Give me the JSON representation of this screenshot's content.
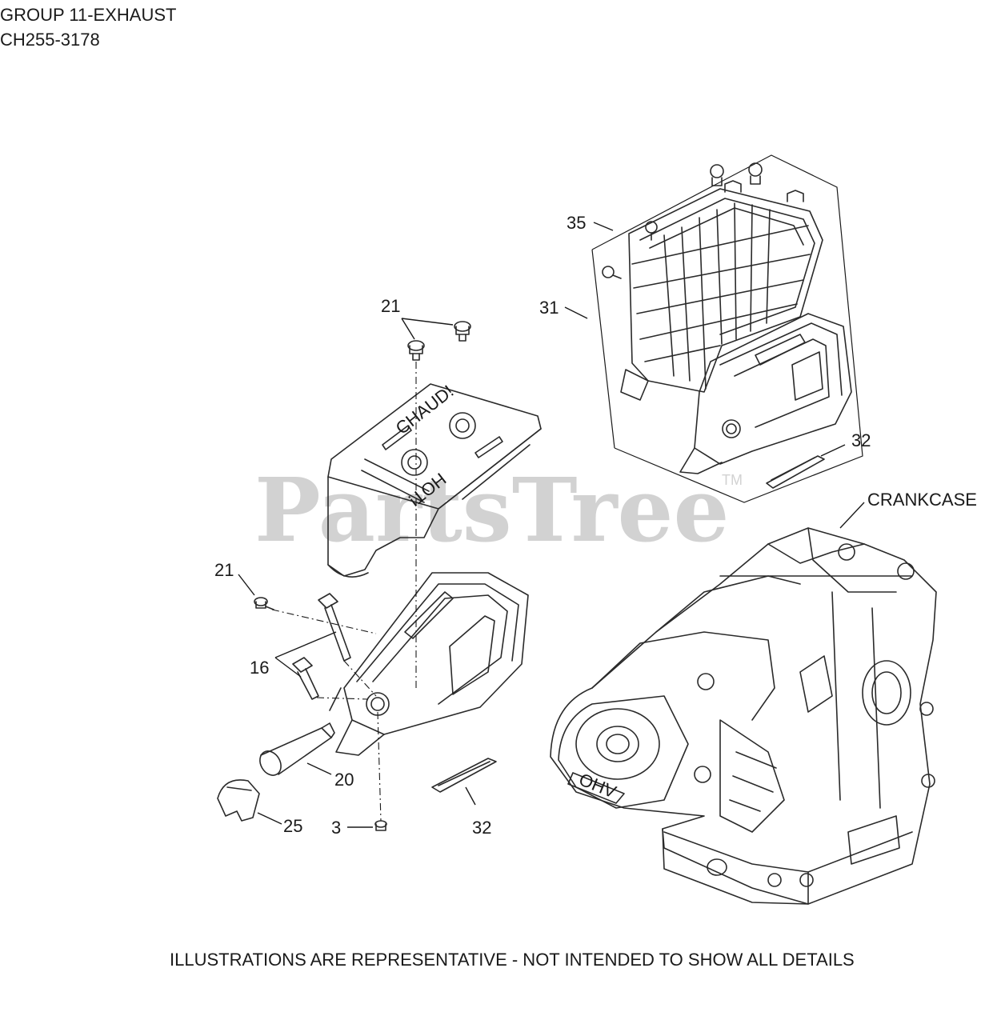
{
  "header": {
    "group": "GROUP 11-EXHAUST",
    "model": "CH255-3178"
  },
  "watermark": {
    "text": "PartsTree",
    "trademark": "TM"
  },
  "callouts": {
    "c35": "35",
    "c31": "31",
    "c21_top": "21",
    "c32_top": "32",
    "crankcase": "CRANKCASE",
    "c21_left": "21",
    "c16": "16",
    "c20": "20",
    "c25": "25",
    "c3": "3",
    "c32_bottom": "32"
  },
  "shield_text": {
    "chaud": "CHAUD!",
    "hot": "HOT!"
  },
  "engine_text": {
    "ohv": "OHV"
  },
  "footer": {
    "note": "ILLUSTRATIONS ARE REPRESENTATIVE - NOT INTENDED TO SHOW ALL DETAILS"
  }
}
